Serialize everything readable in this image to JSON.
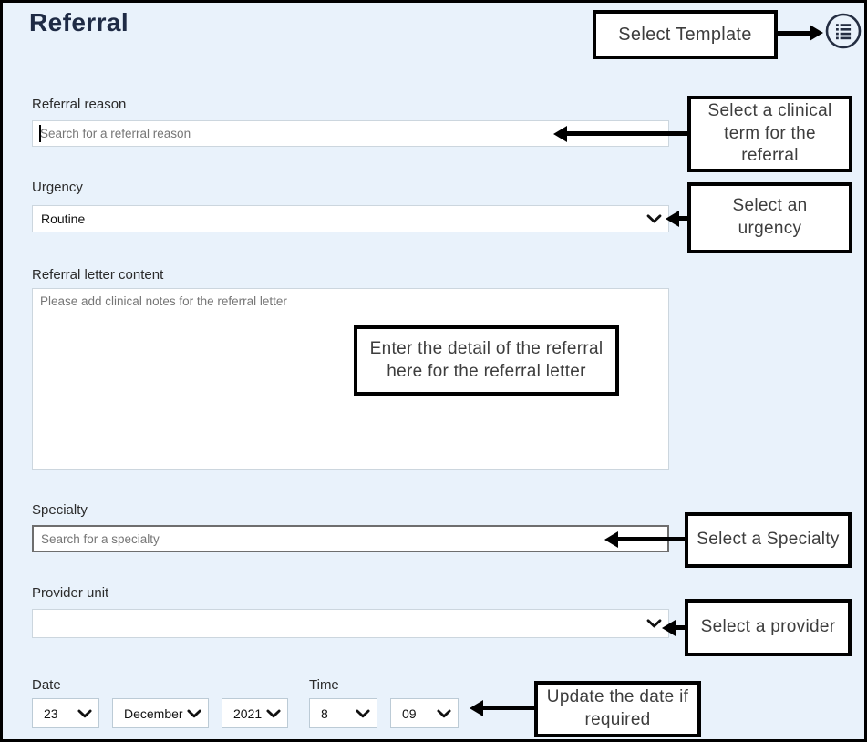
{
  "page": {
    "title": "Referral"
  },
  "icons": {
    "template_menu": "circled-bullet-list-icon",
    "chevron": "chevron-down-icon"
  },
  "colors": {
    "background": "#e9f2fb",
    "title": "#1f2b45",
    "annotation_border": "#000000",
    "annotation_text": "#3d3d3d",
    "input_border_light": "#ccd6de",
    "input_border_dark": "#6e6e6e",
    "placeholder": "#767676",
    "icon": "#242e42"
  },
  "form": {
    "referral_reason": {
      "label": "Referral reason",
      "placeholder": "Search for a referral reason"
    },
    "urgency": {
      "label": "Urgency",
      "value": "Routine"
    },
    "letter": {
      "label": "Referral letter content",
      "placeholder": "Please add clinical notes for the referral letter"
    },
    "specialty": {
      "label": "Specialty",
      "placeholder": "Search for a specialty"
    },
    "provider_unit": {
      "label": "Provider unit",
      "value": ""
    },
    "date": {
      "label": "Date",
      "day": "23",
      "month": "December",
      "year": "2021"
    },
    "time": {
      "label": "Time",
      "hour": "8",
      "minute": "09"
    }
  },
  "annotations": {
    "select_template": "Select Template",
    "referral_reason": "Select a clinical term for the referral",
    "urgency": "Select an urgency",
    "letter": "Enter the detail of the referral here for the referral letter",
    "specialty": "Select a Specialty",
    "provider": "Select a provider",
    "date": "Update the date if required"
  }
}
